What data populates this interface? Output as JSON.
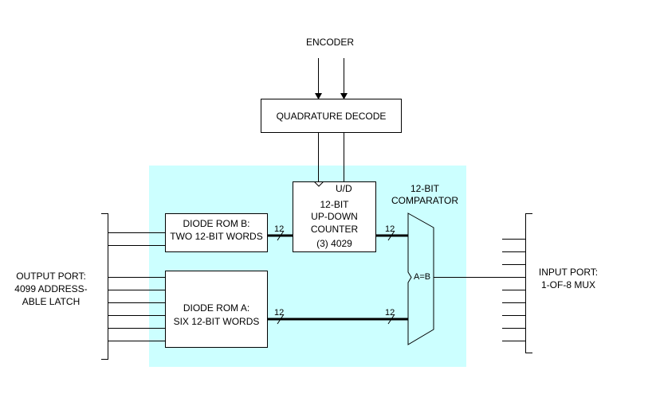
{
  "colors": {
    "highlight": "#ccffff",
    "line": "#000000"
  },
  "encoder": {
    "label": "ENCODER"
  },
  "quadrature": {
    "label": "QUADRATURE DECODE"
  },
  "counter": {
    "lines": [
      "12-BIT",
      "UP-DOWN",
      "COUNTER",
      "(3) 4029"
    ],
    "ud_label": "U/D"
  },
  "comparator": {
    "title_lines": [
      "12-BIT",
      "COMPARATOR"
    ],
    "eq_label": "A=B"
  },
  "rom_b": {
    "lines": [
      "DIODE ROM B:",
      "TWO 12-BIT WORDS"
    ]
  },
  "rom_a": {
    "lines": [
      "DIODE ROM A:",
      "SIX 12-BIT WORDS"
    ]
  },
  "output_port": {
    "lines": [
      "OUTPUT PORT:",
      "4099 ADDRESS-",
      "ABLE LATCH"
    ]
  },
  "input_port": {
    "lines": [
      "INPUT PORT:",
      "1-OF-8 MUX"
    ]
  },
  "bus_width": "12"
}
